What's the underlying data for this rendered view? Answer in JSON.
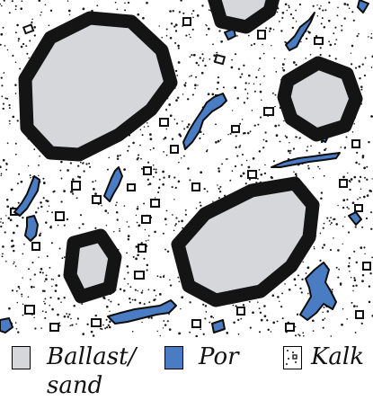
{
  "colors": {
    "ballast_fill": "#d5d7da",
    "ballast_outline": "#141414",
    "pore_fill": "#4a7cc4",
    "lime_dots": "#1a1a1a",
    "background": "#ffffff"
  },
  "legend": {
    "ballast": {
      "line1": "Ballast/",
      "line2": "sand"
    },
    "pore": {
      "label": "Por"
    },
    "lime": {
      "label": "Kalk"
    }
  }
}
